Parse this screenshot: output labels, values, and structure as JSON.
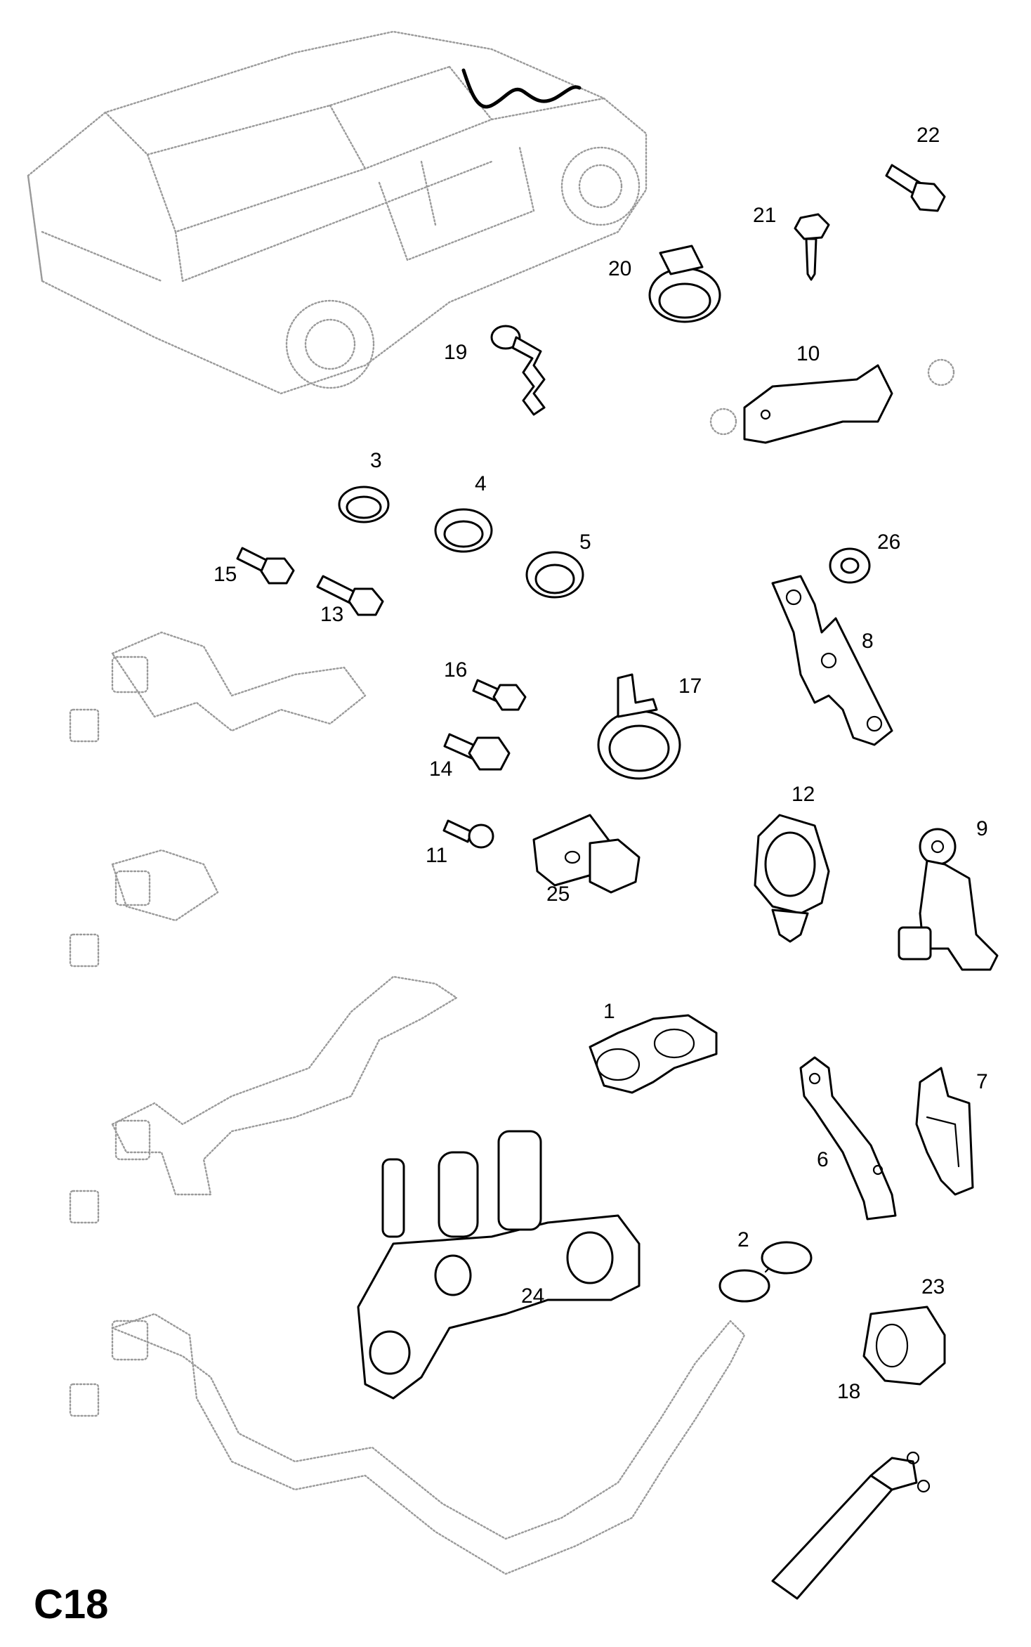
{
  "figure_code": "C18",
  "callouts": [
    {
      "id": "22",
      "text": "22"
    },
    {
      "id": "21",
      "text": "21"
    },
    {
      "id": "20",
      "text": "20"
    },
    {
      "id": "19",
      "text": "19"
    },
    {
      "id": "10",
      "text": "10"
    },
    {
      "id": "3",
      "text": "3"
    },
    {
      "id": "4",
      "text": "4"
    },
    {
      "id": "5",
      "text": "5"
    },
    {
      "id": "26",
      "text": "26"
    },
    {
      "id": "15",
      "text": "15"
    },
    {
      "id": "13",
      "text": "13"
    },
    {
      "id": "8",
      "text": "8"
    },
    {
      "id": "16",
      "text": "16"
    },
    {
      "id": "17",
      "text": "17"
    },
    {
      "id": "14",
      "text": "14"
    },
    {
      "id": "12",
      "text": "12"
    },
    {
      "id": "9",
      "text": "9"
    },
    {
      "id": "11",
      "text": "11"
    },
    {
      "id": "25",
      "text": "25"
    },
    {
      "id": "1",
      "text": "1"
    },
    {
      "id": "7",
      "text": "7"
    },
    {
      "id": "6",
      "text": "6"
    },
    {
      "id": "2",
      "text": "2"
    },
    {
      "id": "23",
      "text": "23"
    },
    {
      "id": "24",
      "text": "24"
    },
    {
      "id": "18",
      "text": "18"
    }
  ]
}
